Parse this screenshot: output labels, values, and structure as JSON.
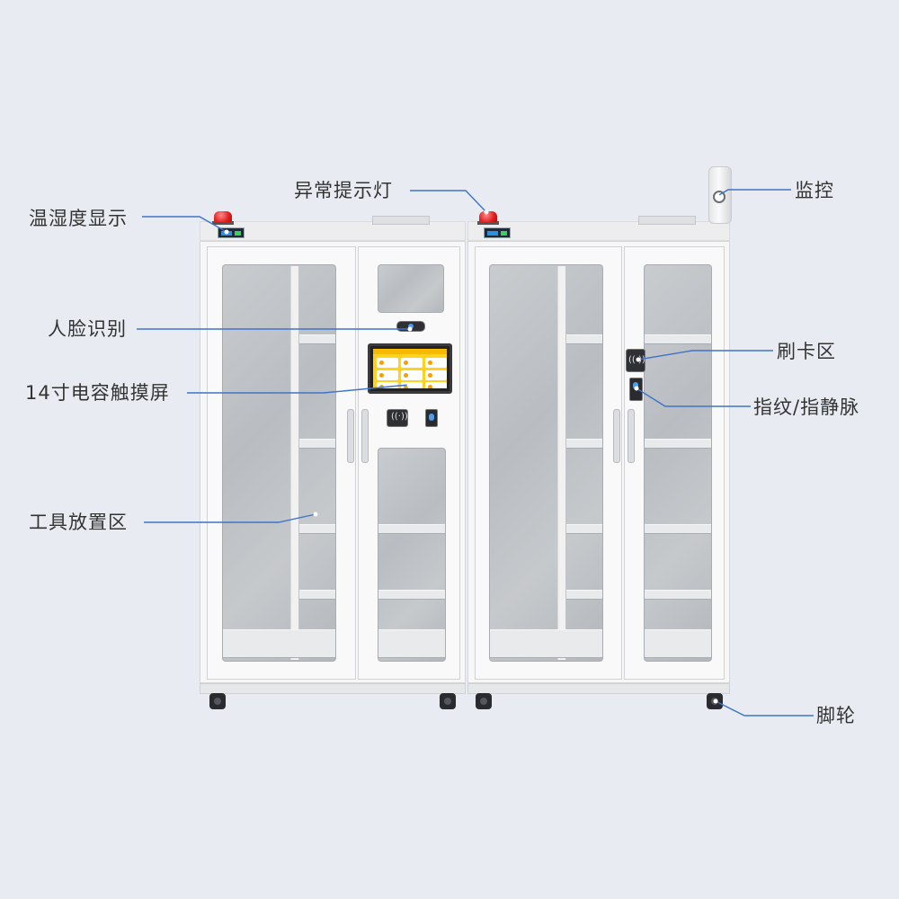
{
  "labels": {
    "temp_humidity_display": "温湿度显示",
    "alarm_light": "异常提示灯",
    "monitoring_camera": "监控",
    "face_recognition": "人脸识别",
    "card_swipe_area": "刷卡区",
    "touchscreen": "14寸电容触摸屏",
    "fingerprint_vein": "指纹/指静脉",
    "tool_storage_area": "工具放置区",
    "casters": "脚轮"
  },
  "colors": {
    "background": "#e8ecf2",
    "leader_line": "#3f74c9",
    "label_text": "#333333",
    "alarm_red": "#e0201f",
    "screen_yellow": "#ffd21e"
  },
  "icons": [
    "alarm-light-icon",
    "thermometer-display-icon",
    "camera-icon",
    "face-camera-icon",
    "rfid-reader-icon",
    "fingerprint-icon",
    "caster-wheel-icon"
  ]
}
